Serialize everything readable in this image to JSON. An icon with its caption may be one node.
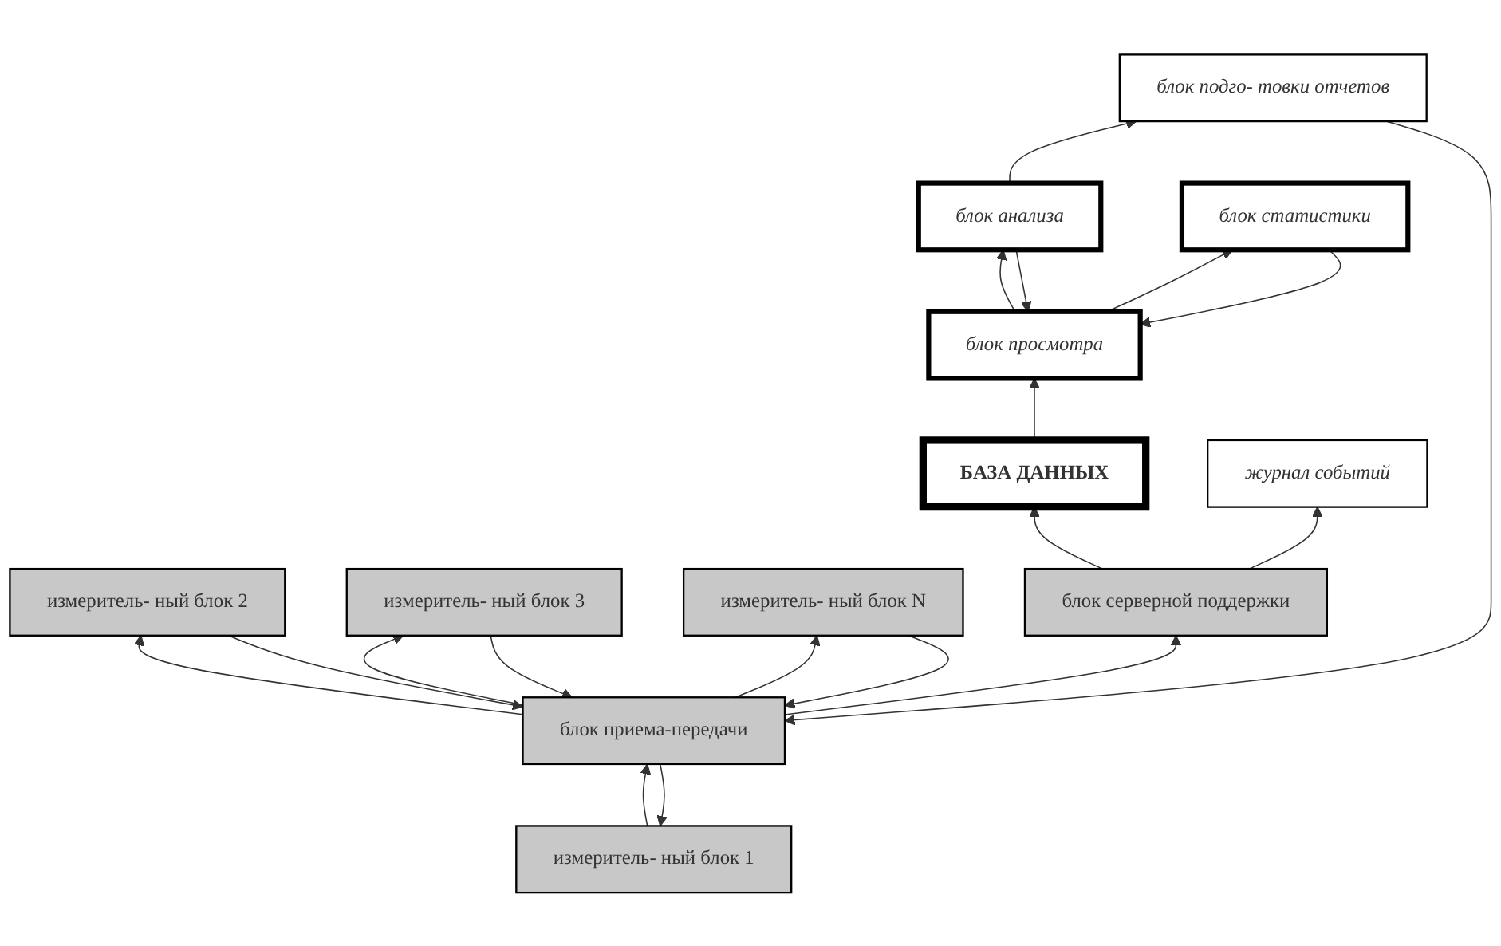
{
  "diagram": {
    "nodes": [
      {
        "text": [
          "блок анализа"
        ]
      },
      {
        "text": [
          "блок просмотра"
        ]
      },
      {
        "text": [
          "блок статистики"
        ]
      },
      {
        "text": [
          "БАЗА ДАННЫХ"
        ]
      },
      {
        "text": [
          "журнал событий"
        ]
      },
      {
        "text": [
          "блок подго- товки отчетов"
        ]
      },
      {
        "text": [
          "блок серверной поддержки"
        ]
      },
      {
        "text": [
          "блок приема-передачи"
        ]
      },
      {
        "text": [
          "измеритель- ный блок 1"
        ]
      },
      {
        "text": [
          "измеритель- ный блок 2"
        ]
      },
      {
        "text": [
          "измеритель- ный блок 3"
        ]
      },
      {
        "text": [
          "измеритель- ный блок N"
        ]
      }
    ],
    "edges": [
      {
        "from": 0,
        "to": 1,
        "arrow": "to"
      },
      {
        "from": 1,
        "to": 0,
        "arrow": "to"
      },
      {
        "from": 1,
        "to": 2,
        "arrow": "to"
      },
      {
        "from": 2,
        "to": 1,
        "arrow": "to"
      },
      {
        "from": 0,
        "to": 5,
        "arrow": "to"
      },
      {
        "from": 3,
        "to": 1,
        "arrow": "to"
      },
      {
        "from": 6,
        "to": 3,
        "arrow": "to"
      },
      {
        "from": 6,
        "to": 4,
        "arrow": "to"
      },
      {
        "from": 5,
        "to": 7,
        "arrow": "to"
      },
      {
        "from": 7,
        "to": 6,
        "arrow": "to"
      },
      {
        "from": 8,
        "to": 7,
        "arrow": "to"
      },
      {
        "from": 7,
        "to": 8,
        "arrow": "to"
      },
      {
        "from": 9,
        "to": 7,
        "arrow": "to"
      },
      {
        "from": 7,
        "to": 9,
        "arrow": "to"
      },
      {
        "from": 10,
        "to": 7,
        "arrow": "to"
      },
      {
        "from": 7,
        "to": 10,
        "arrow": "to"
      },
      {
        "from": 11,
        "to": 7,
        "arrow": "to"
      },
      {
        "from": 7,
        "to": 11,
        "arrow": "to"
      }
    ]
  }
}
